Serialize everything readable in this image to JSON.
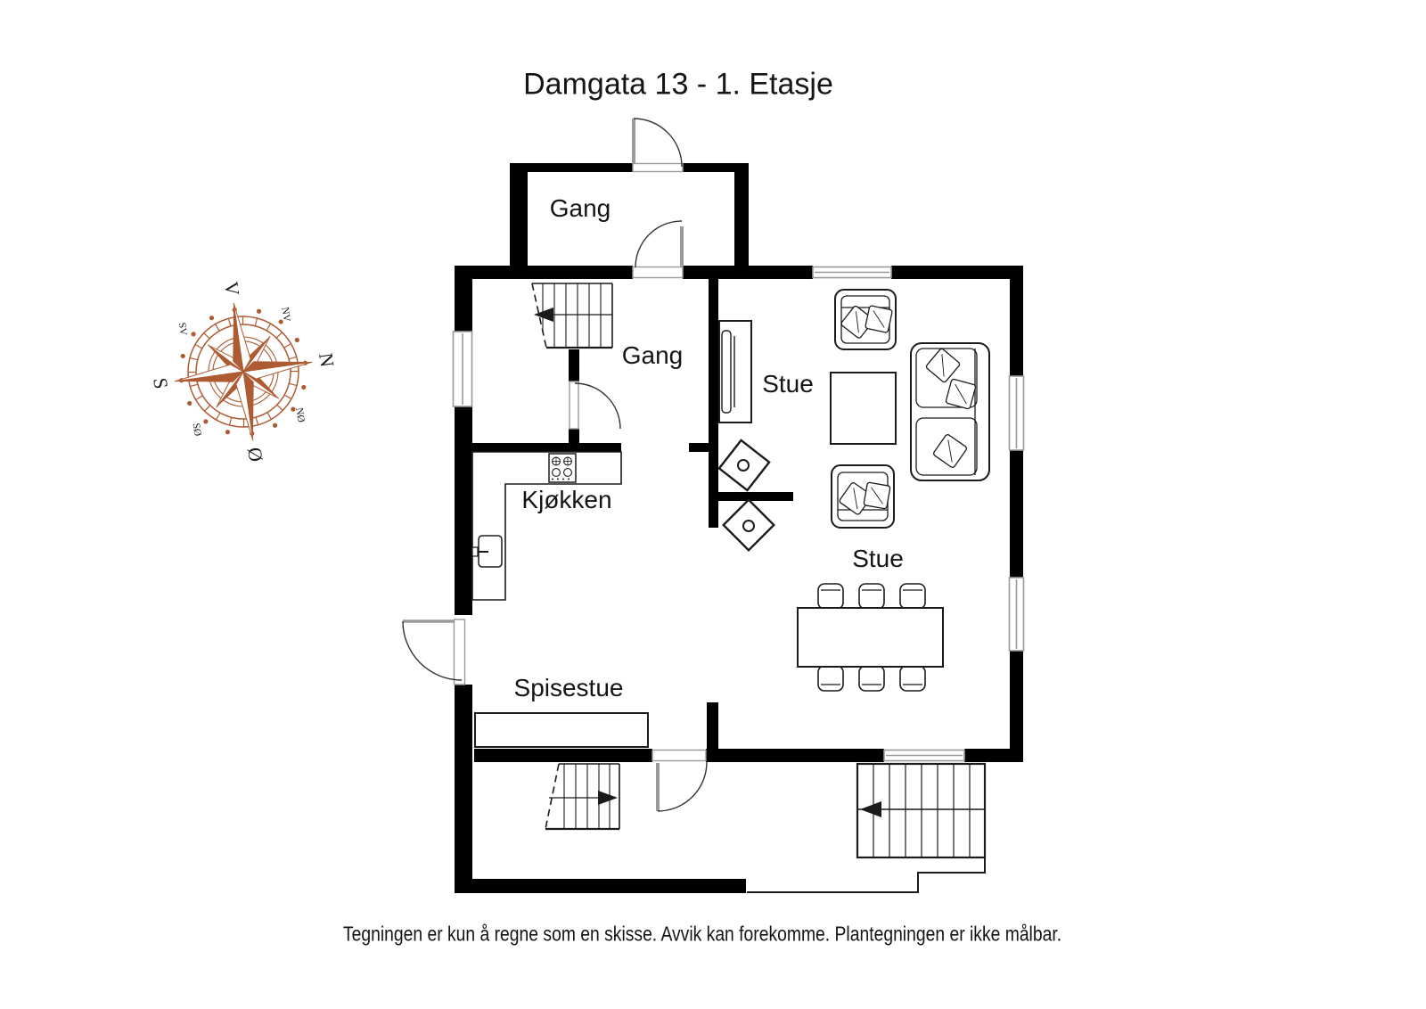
{
  "title": "Damgata 13 - 1. Etasje",
  "rooms": {
    "gang_top": "Gang",
    "gang": "Gang",
    "stue_upper": "Stue",
    "kjokken": "Kjøkken",
    "stue_lower": "Stue",
    "spisestue": "Spisestue"
  },
  "disclaimer": "Tegningen er kun å regne som en skisse. Avvik kan forekomme. Plantegningen er ikke målbar.",
  "compass": {
    "n": "N",
    "s": "S",
    "e": "Ø",
    "w": "V",
    "ne": "NØ",
    "se": "SØ",
    "sw": "SV",
    "nw": "NV",
    "color": "#ad5b33"
  },
  "colors": {
    "wall": "#000000",
    "line": "#1b1b1b",
    "window_frame": "#9a9a9a",
    "door_leaf": "#9a9a9a",
    "compass": "#ad5b33"
  },
  "icons": [
    "compass-rose-icon",
    "window-icon",
    "door-arc-icon",
    "stairs-icon",
    "stove-icon",
    "sink-icon",
    "tv-icon",
    "armchair-icon",
    "sofa-icon",
    "coffee-table-icon",
    "dining-table-icon",
    "chair-icon",
    "wood-stove-icon",
    "bench-icon"
  ]
}
